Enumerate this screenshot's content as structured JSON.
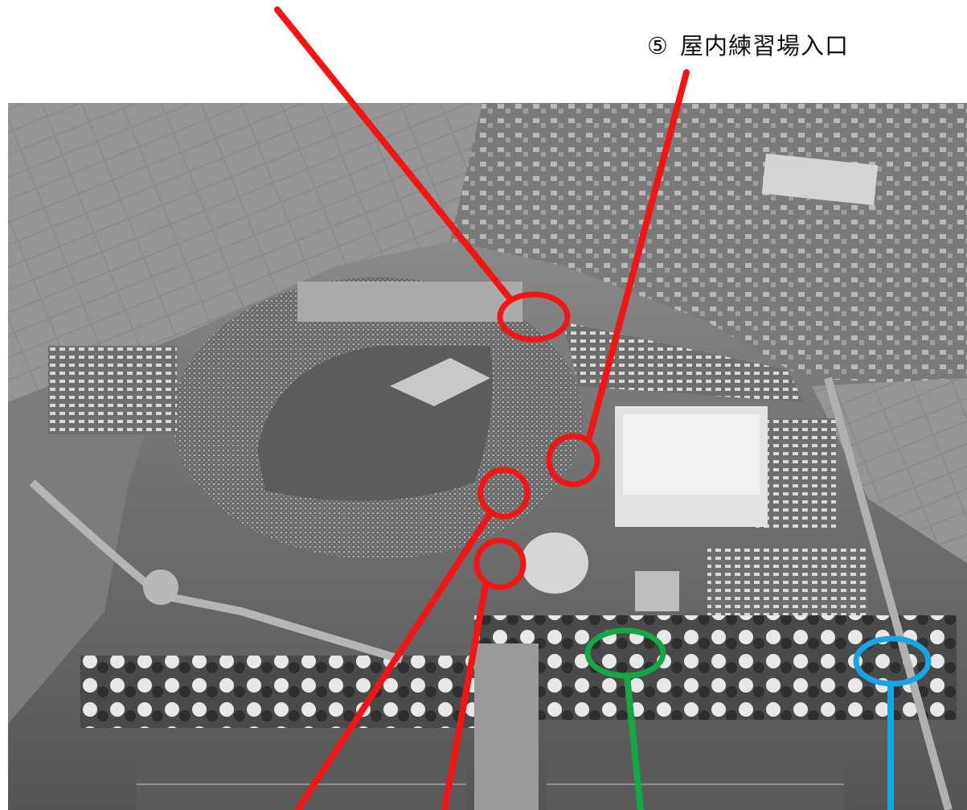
{
  "label_5": {
    "number": "⑤",
    "text": "屋内練習場入口"
  },
  "colors": {
    "red": "#f21515",
    "green": "#14a844",
    "blue": "#16a6e8",
    "photo_dark": "#3a3a3a",
    "field": "#5a5a5a",
    "background": "#ffffff"
  },
  "markers": [
    {
      "id": "upper-stand",
      "color": "red"
    },
    {
      "id": "indoor-practice-entrance",
      "color": "red",
      "number": "⑤"
    },
    {
      "id": "concourse-stair",
      "color": "red"
    },
    {
      "id": "plaza-gate",
      "color": "red"
    },
    {
      "id": "tree-walk",
      "color": "green"
    },
    {
      "id": "east-tree-walk",
      "color": "blue"
    }
  ]
}
